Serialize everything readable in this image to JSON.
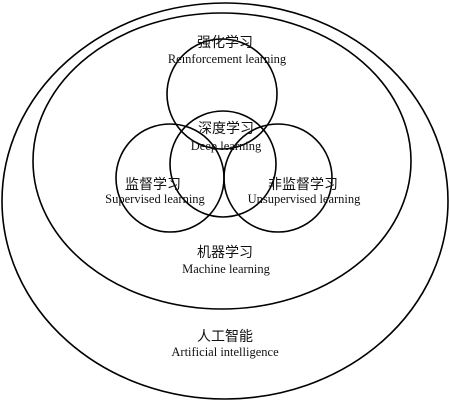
{
  "diagram": {
    "artificial_intelligence": {
      "zh": "人工智能",
      "en": "Artificial intelligence"
    },
    "machine_learning": {
      "zh": "机器学习",
      "en": "Machine learning"
    },
    "reinforcement_learning": {
      "zh": "强化学习",
      "en": "Reinforcement learning"
    },
    "deep_learning": {
      "zh": "深度学习",
      "en": "Deep learning"
    },
    "supervised_learning": {
      "zh": "监督学习",
      "en": "Supervised learning"
    },
    "unsupervised_learning": {
      "zh": "非监督学习",
      "en": "Unsupervised learning"
    }
  }
}
